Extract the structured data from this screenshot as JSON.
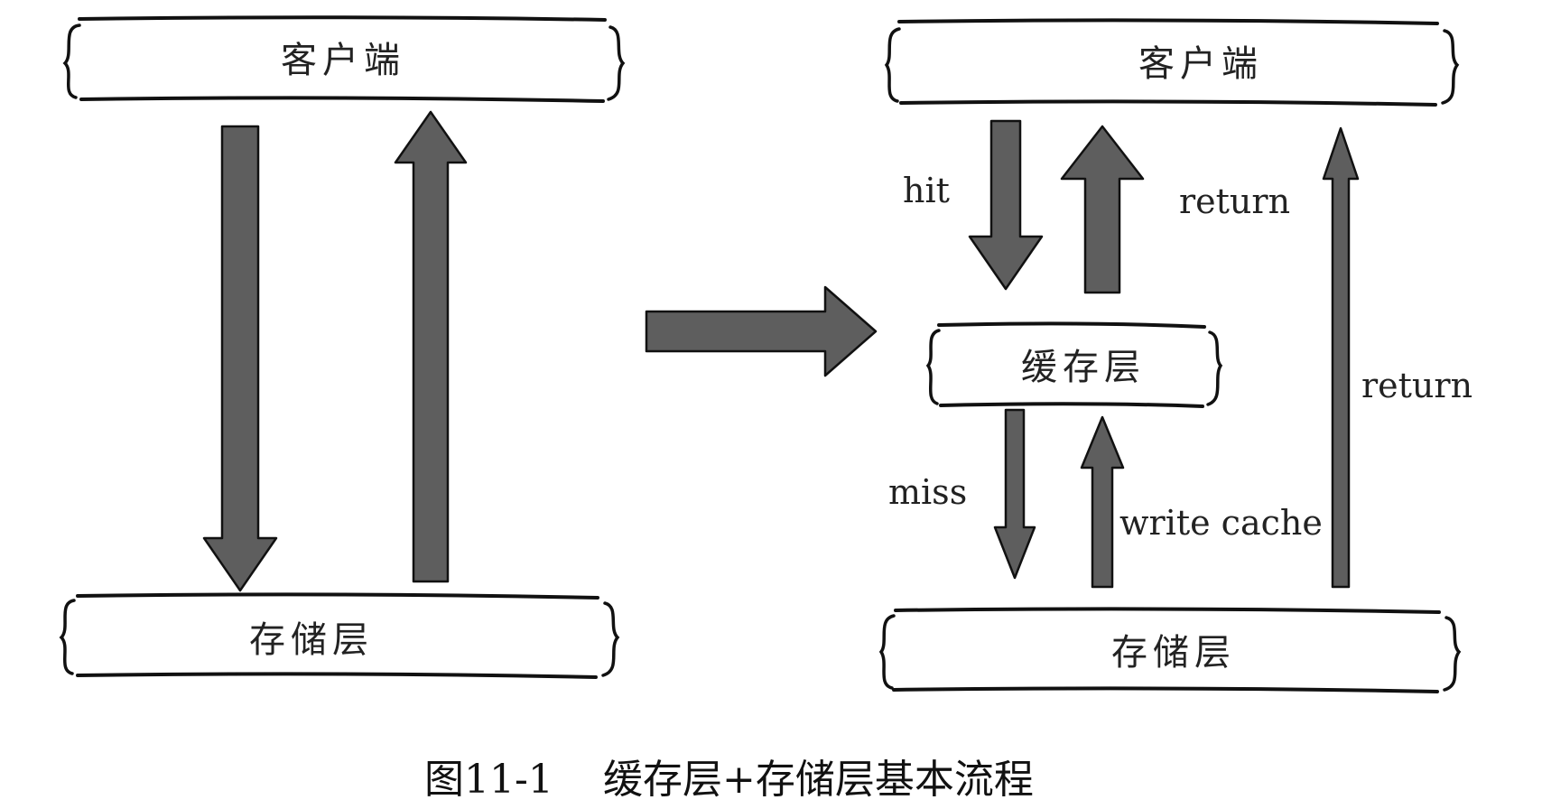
{
  "left": {
    "top_box": "客户端",
    "bottom_box": "存储层"
  },
  "right": {
    "top_box": "客户端",
    "cache_box": "缓存层",
    "bottom_box": "存储层",
    "labels": {
      "hit": "hit",
      "return_top": "return",
      "miss": "miss",
      "write_cache": "write cache",
      "return_right": "return"
    }
  },
  "caption": {
    "figure_no": "图11-1",
    "title": "缓存层+存储层基本流程"
  },
  "colors": {
    "arrow_fill": "#5e5e5e",
    "stroke": "#111111",
    "text": "#222222"
  }
}
